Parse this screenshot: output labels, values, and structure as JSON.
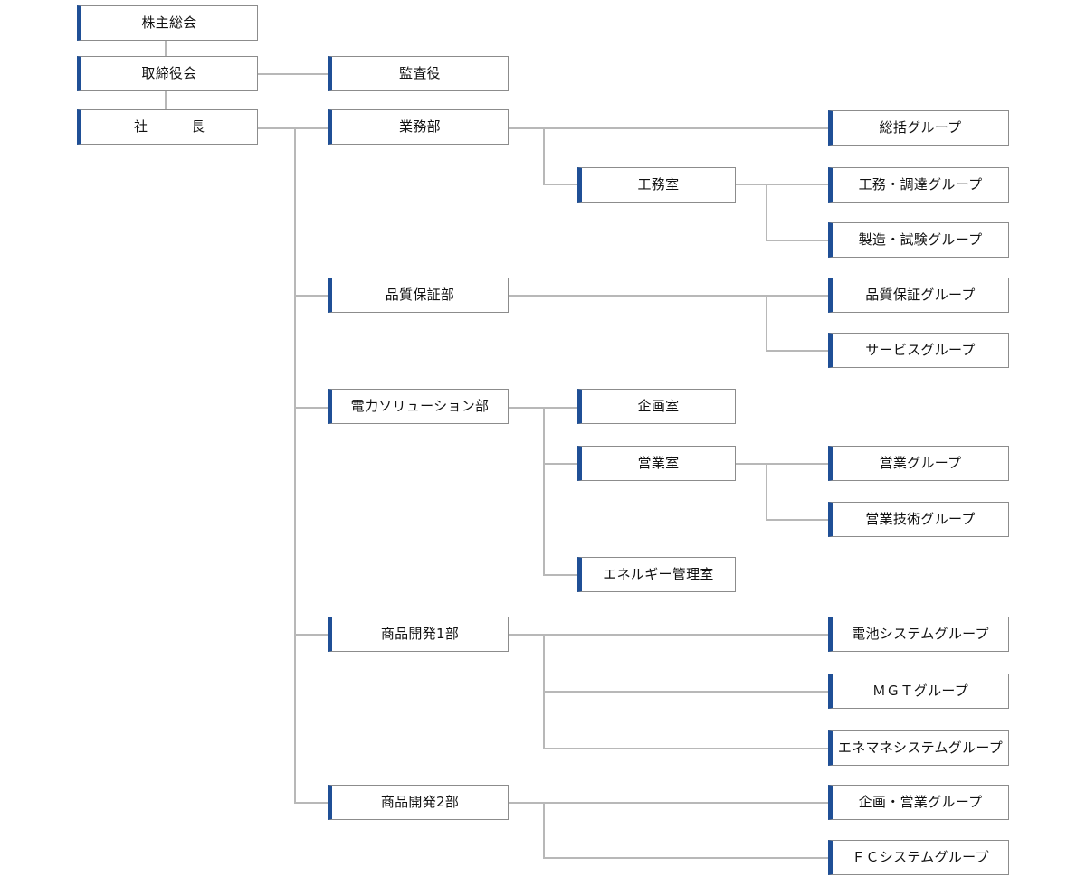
{
  "org_chart": {
    "top_units": {
      "shareholders": "株主総会",
      "board": "取締役会",
      "auditor": "監査役",
      "president": "社　長"
    },
    "departments": {
      "business": {
        "name": "業務部",
        "general_group": "総括グループ",
        "engineering_office": "工務室",
        "engineering_groups": [
          "工務・調達グループ",
          "製造・試験グループ"
        ]
      },
      "quality": {
        "name": "品質保証部",
        "groups": [
          "品質保証グループ",
          "サービスグループ"
        ]
      },
      "power_solution": {
        "name": "電力ソリューション部",
        "planning_office": "企画室",
        "sales_office": "営業室",
        "sales_groups": [
          "営業グループ",
          "営業技術グループ"
        ],
        "energy_office": "エネルギー管理室"
      },
      "product_dev_1": {
        "name": "商品開発1部",
        "groups": [
          "電池システムグループ",
          "ＭＧＴグループ",
          "エネマネシステムグループ"
        ]
      },
      "product_dev_2": {
        "name": "商品開発2部",
        "groups": [
          "企画・営業グループ",
          "ＦＣシステムグループ"
        ]
      }
    }
  }
}
